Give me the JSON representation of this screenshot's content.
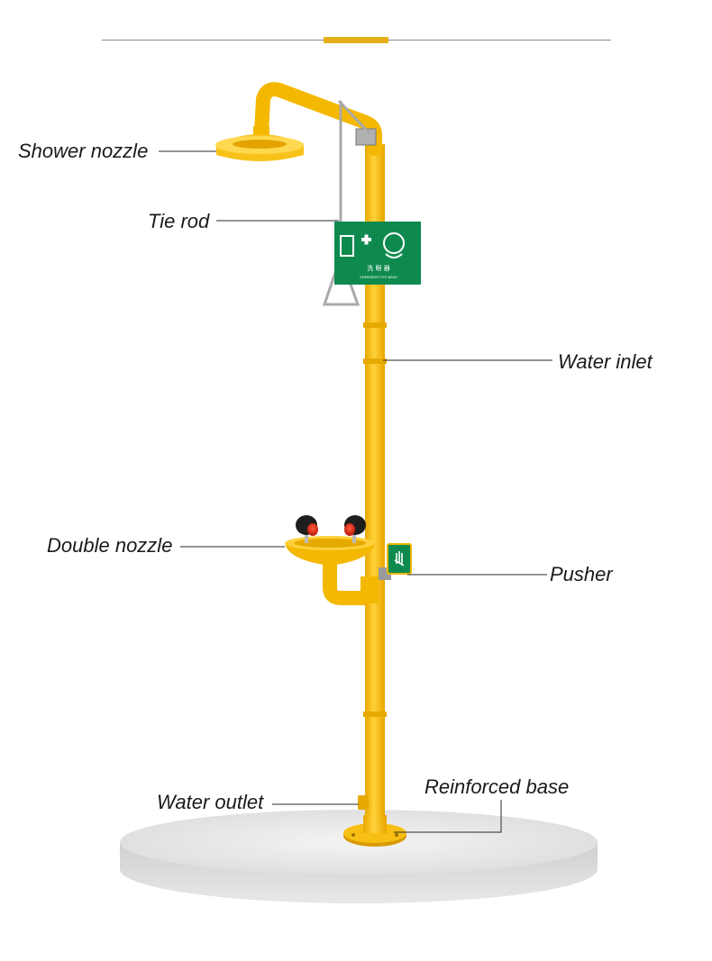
{
  "labels": {
    "shower_nozzle": "Shower nozzle",
    "tie_rod": "Tie rod",
    "water_inlet": "Water inlet",
    "double_nozzle": "Double nozzle",
    "pusher": "Pusher",
    "water_outlet": "Water outlet",
    "reinforced_base": "Reinforced base"
  },
  "sign": {
    "title_text": "洗 眼 器",
    "subtitle_text": "EMERGENCY EYE WASH"
  },
  "colors": {
    "accent": "#e2b117",
    "pipe_yellow": "#f7bf13",
    "sign_green": "#0f8a4f",
    "nozzle_red": "#e8321c",
    "platform_gray": "#d6d6d6"
  }
}
